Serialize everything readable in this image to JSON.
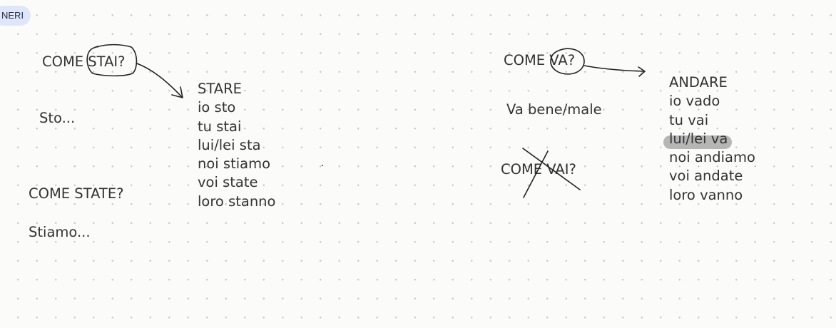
{
  "tag": {
    "label": "NERI"
  },
  "notes": {
    "come_stai": "COME STAI?",
    "sto": "Sto...",
    "come_state": "COME STATE?",
    "stiamo": "Stiamo...",
    "come_va": "COME VA?",
    "va_bene": "Va bene/male",
    "come_vai": "COME VAI?"
  },
  "stare": {
    "title": "STARE",
    "forms": [
      "io sto",
      "tu stai",
      "lui/lei sta",
      "noi stiamo",
      "voi state",
      "loro stanno"
    ]
  },
  "andare": {
    "title": "ANDARE",
    "forms": [
      "io vado",
      "tu vai",
      "lui/lei va",
      "noi andiamo",
      "voi andate",
      "loro vanno"
    ]
  },
  "colors": {
    "ink": "#222222",
    "text": "#333333",
    "highlight": "#a9a9a9",
    "tag_background": "#dfe6fb",
    "board_background": "#fbfbf9",
    "grid_dot": "#c9c9c6"
  }
}
